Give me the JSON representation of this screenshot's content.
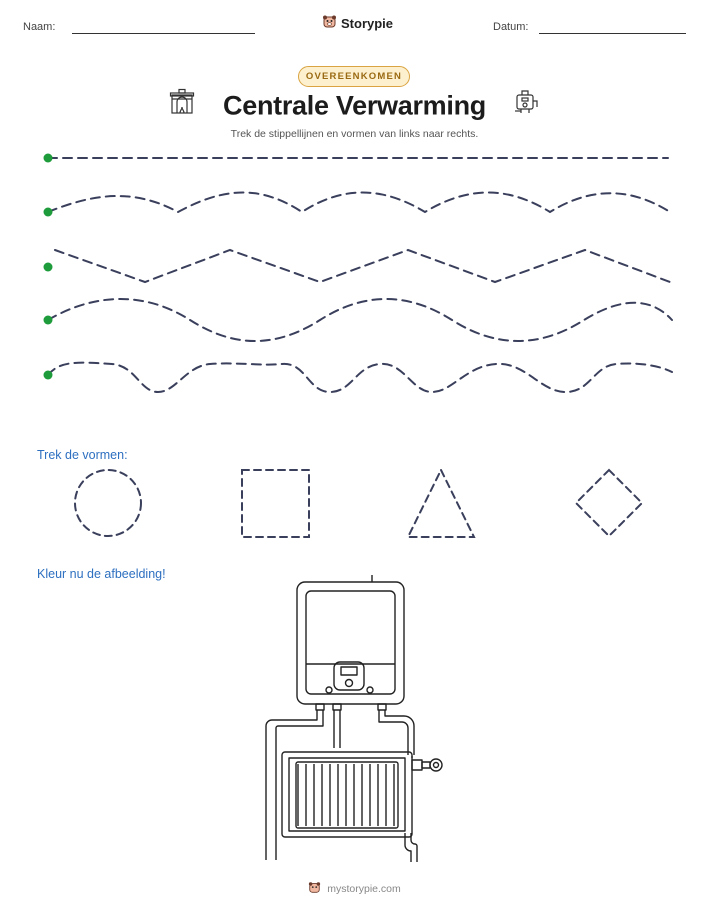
{
  "header": {
    "name_label": "Naam:",
    "date_label": "Datum:",
    "brand": "Storypie"
  },
  "badge": "OVEREENKOMEN",
  "title": "Centrale Verwarming",
  "subtitle": "Trek de stippellijnen en vormen van links naar rechts.",
  "icons": {
    "left": "fireplace-icon",
    "right": "boiler-icon",
    "brand": "storypie-logo-icon"
  },
  "tracing_lines": [
    "straight",
    "gentle-wave",
    "zigzag",
    "wave",
    "curvy-wave"
  ],
  "shapes": {
    "label": "Trek de vormen:",
    "items": [
      "circle",
      "square",
      "triangle",
      "diamond"
    ]
  },
  "coloring": {
    "label": "Kleur nu de afbeelding!",
    "subject": "central-heating-boiler-and-radiator"
  },
  "footer": "mystorypie.com",
  "colors": {
    "accent_green": "#1e9b3a",
    "dash_line": "#3a3f5c",
    "label_blue": "#2d6fc0",
    "badge_border": "#d9a441",
    "badge_fill": "#fdf0cf",
    "badge_text": "#9a6a12"
  }
}
